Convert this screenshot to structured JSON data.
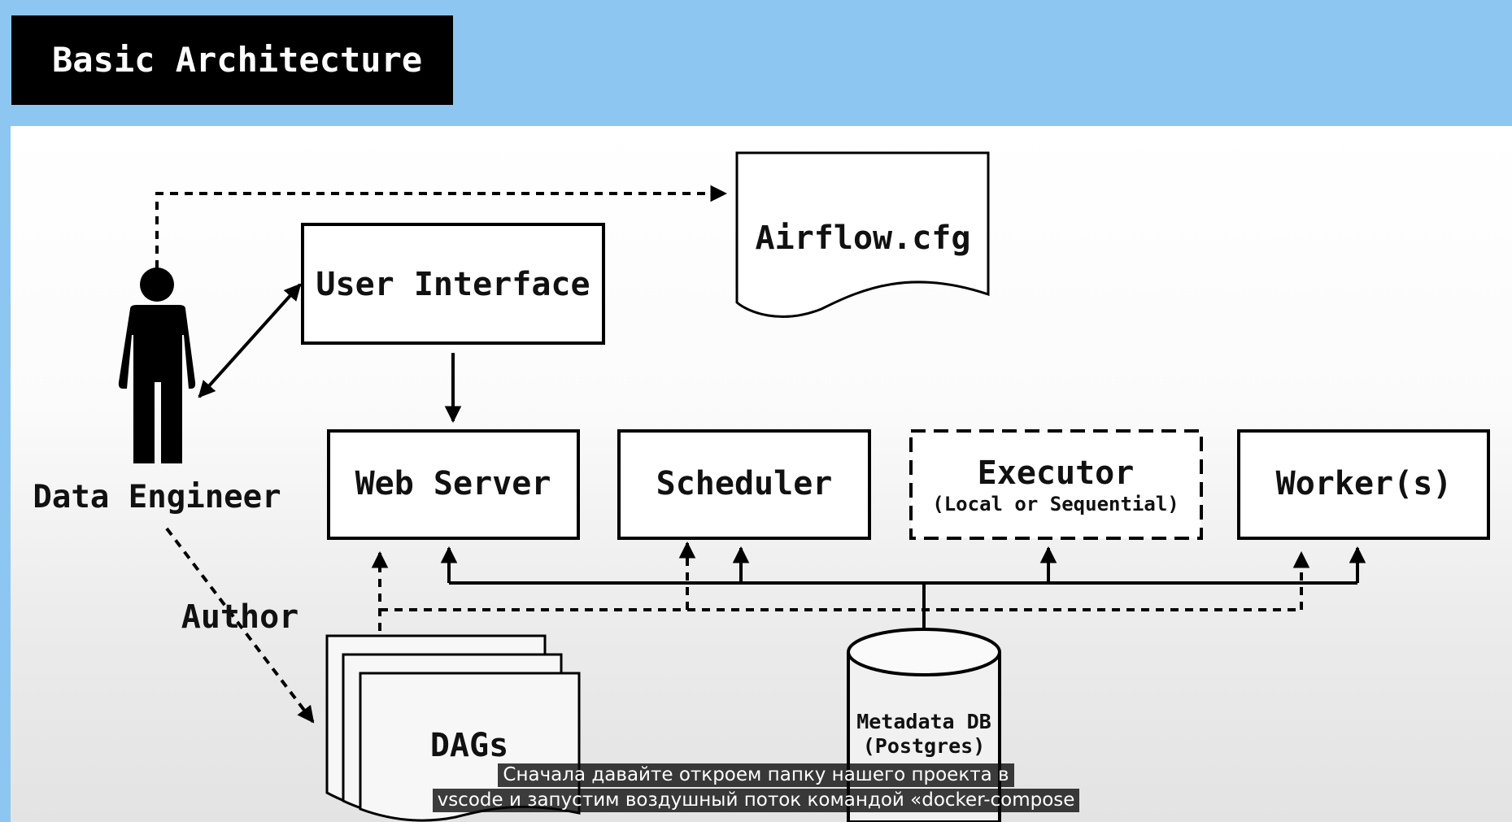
{
  "title": "Basic Architecture",
  "actors": {
    "data_engineer": "Data Engineer"
  },
  "nodes": {
    "user_interface": "User Interface",
    "airflow_cfg": "Airflow.cfg",
    "web_server": "Web Server",
    "scheduler": "Scheduler",
    "executor": "Executor",
    "executor_sub": "(Local or Sequential)",
    "workers": "Worker(s)",
    "dags": "DAGs",
    "metadata_db": "Metadata DB",
    "metadata_db_sub": "(Postgres)"
  },
  "edges": {
    "author": "Author"
  },
  "subtitles": {
    "line1": "Сначала давайте откроем папку нашего проекта в",
    "line2": "vscode и запустим воздушный поток командой «docker-compose"
  }
}
